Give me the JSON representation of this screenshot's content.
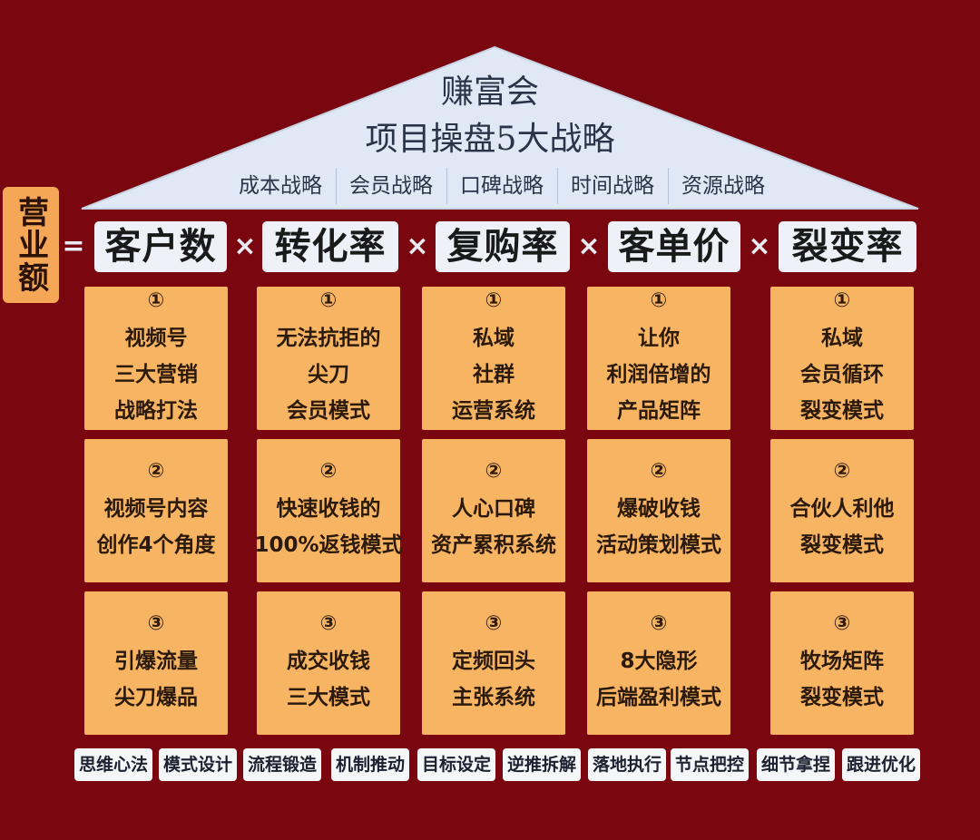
{
  "roof": {
    "title_1": "赚富会",
    "title_2": "项目操盘5大战略",
    "strategies": [
      "成本战略",
      "会员战略",
      "口碑战略",
      "时间战略",
      "资源战略"
    ]
  },
  "formula": {
    "revenue_label": "营业额",
    "equals": "=",
    "times": "×",
    "factors": [
      {
        "label": "客户数",
        "cards": [
          {
            "num": "①",
            "lines": [
              "视频号",
              "三大营销",
              "战略打法"
            ]
          },
          {
            "num": "②",
            "lines": [
              "视频号内容",
              "创作4个角度"
            ]
          },
          {
            "num": "③",
            "lines": [
              "引爆流量",
              "尖刀爆品"
            ]
          }
        ]
      },
      {
        "label": "转化率",
        "cards": [
          {
            "num": "①",
            "lines": [
              "无法抗拒的",
              "尖刀",
              "会员模式"
            ]
          },
          {
            "num": "②",
            "lines": [
              "快速收钱的",
              "100%返钱模式"
            ]
          },
          {
            "num": "③",
            "lines": [
              "成交收钱",
              "三大模式"
            ]
          }
        ]
      },
      {
        "label": "复购率",
        "cards": [
          {
            "num": "①",
            "lines": [
              "私域",
              "社群",
              "运营系统"
            ]
          },
          {
            "num": "②",
            "lines": [
              "人心口碑",
              "资产累积系统"
            ]
          },
          {
            "num": "③",
            "lines": [
              "定频回头",
              "主张系统"
            ]
          }
        ]
      },
      {
        "label": "客单价",
        "cards": [
          {
            "num": "①",
            "lines": [
              "让你",
              "利润倍增的",
              "产品矩阵"
            ]
          },
          {
            "num": "②",
            "lines": [
              "爆破收钱",
              "活动策划模式"
            ]
          },
          {
            "num": "③",
            "lines": [
              "8大隐形",
              "后端盈利模式"
            ]
          }
        ]
      },
      {
        "label": "裂变率",
        "cards": [
          {
            "num": "①",
            "lines": [
              "私域",
              "会员循环",
              "裂变模式"
            ]
          },
          {
            "num": "②",
            "lines": [
              "合伙人利他",
              "裂变模式"
            ]
          },
          {
            "num": "③",
            "lines": [
              "牧场矩阵",
              "裂变模式"
            ]
          }
        ]
      }
    ]
  },
  "foundation": [
    "思维心法",
    "模式设计",
    "流程锻造",
    "机制推动",
    "目标设定",
    "逆推拆解",
    "落地执行",
    "节点把控",
    "细节拿捏",
    "跟进优化"
  ],
  "colors": {
    "background": "#7a0610",
    "roof": "#dfe8f4",
    "card": "#f7b463",
    "revenue_box": "#f5a656"
  }
}
